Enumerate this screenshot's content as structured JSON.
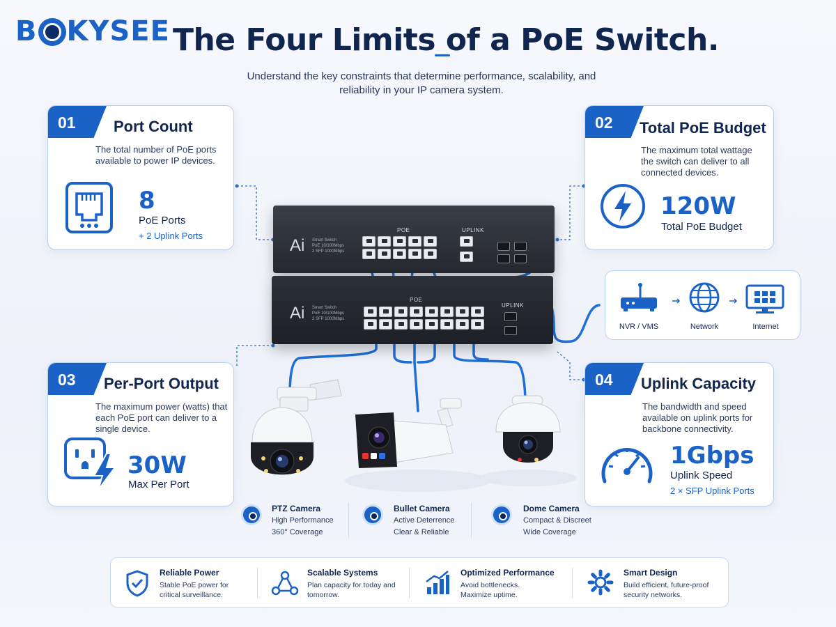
{
  "brand": {
    "logo_text_start": "B",
    "logo_text_end": "KYSEE"
  },
  "header": {
    "title": "The Four Limits of a PoE Switch.",
    "subtitle": "Understand the key constraints that determine performance, scalability, and reliability in your IP camera system."
  },
  "cards": [
    {
      "num": "01",
      "title": "Port Count",
      "desc": "The total number of PoE ports available to power IP devices.",
      "value": "8",
      "value_label": "PoE Ports",
      "value_sub": "+ 2 Uplink Ports",
      "icon": "ethernet-port-icon"
    },
    {
      "num": "02",
      "title": "Total PoE Budget",
      "desc": "The maximum total wattage the switch can deliver to all connected devices.",
      "value": "120W",
      "value_label": "Total PoE Budget",
      "icon": "lightning-icon"
    },
    {
      "num": "03",
      "title": "Per-Port Output",
      "desc": "The maximum power (watts) that each PoE port can deliver to a single device.",
      "value": "30W",
      "value_label": "Max Per Port",
      "icon": "power-outlet-icon"
    },
    {
      "num": "04",
      "title": "Uplink Capacity",
      "desc": "The bandwidth and speed available on uplink ports for backbone connectivity.",
      "value": "1Gbps",
      "value_label": "Uplink Speed",
      "value_sub": "2 × SFP Uplink Ports",
      "icon": "speedometer-icon"
    }
  ],
  "switches": [
    {
      "brand": "Ai",
      "spec": "Smart Switch\nPoE 10/100Mbps\n2 SFP 1000Mbps",
      "poe_label": "POE",
      "uplink_label": "UPLINK"
    },
    {
      "brand": "Ai",
      "spec": "Smart Switch\nPoE 10/100Mbps\n2 SFP 1000Mbps",
      "poe_label": "POE",
      "uplink_label": "UPLINK"
    }
  ],
  "network": [
    {
      "label": "NVR / VMS",
      "icon": "nvr-router-icon"
    },
    {
      "label": "Network",
      "icon": "globe-icon"
    },
    {
      "label": "Internet",
      "icon": "monitor-icon"
    }
  ],
  "cameras": [
    {
      "name": "PTZ Camera",
      "f1": "High Performance",
      "f2": "360° Coverage",
      "icon": "webcam-icon"
    },
    {
      "name": "Bullet Camera",
      "f1": "Active Deterrence",
      "f2": "Clear & Reliable",
      "icon": "webcam-icon"
    },
    {
      "name": "Dome Camera",
      "f1": "Compact & Discreet",
      "f2": "Wide Coverage",
      "icon": "webcam-icon"
    }
  ],
  "features": [
    {
      "title": "Reliable Power",
      "desc": "Stable PoE power for critical surveillance.",
      "icon": "shield-check-icon"
    },
    {
      "title": "Scalable Systems",
      "desc": "Plan capacity for today and tomorrow.",
      "icon": "network-nodes-icon"
    },
    {
      "title": "Optimized Performance",
      "desc": "Avoid bottlenecks. Maximize uptime.",
      "icon": "bar-chart-icon"
    },
    {
      "title": "Smart Design",
      "desc": "Build efficient, future-proof security networks.",
      "icon": "gear-icon"
    }
  ],
  "colors": {
    "accent": "#1b62c7",
    "navy": "#10264f",
    "cable": "#1f6fd6"
  }
}
